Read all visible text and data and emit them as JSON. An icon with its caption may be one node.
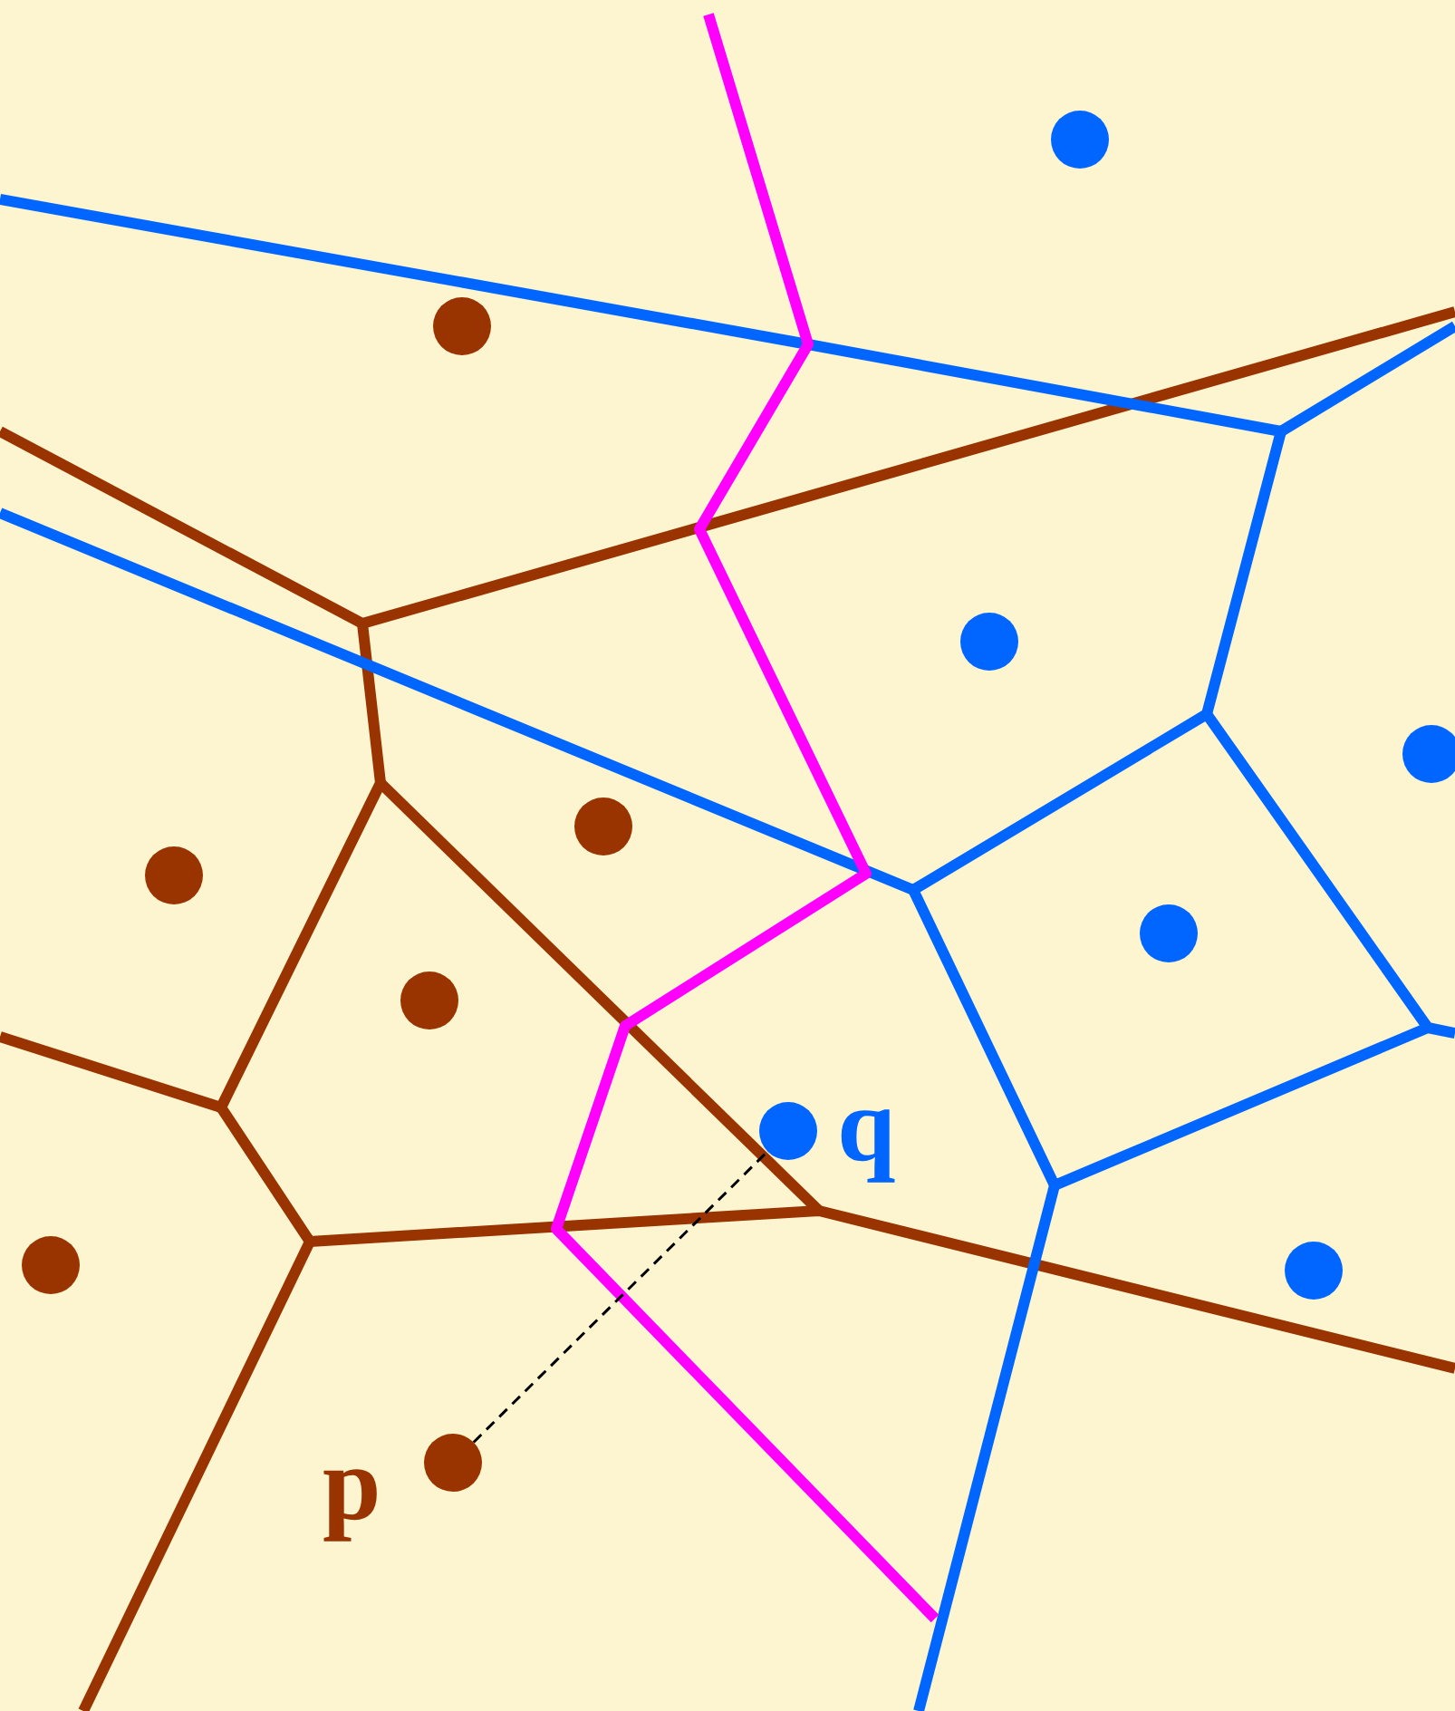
{
  "diagram": {
    "nodes": [
      {
        "text": [],
        "shape": "circle"
      },
      {
        "text": [],
        "shape": "circle"
      },
      {
        "text": [],
        "shape": "circle"
      },
      {
        "text": [],
        "shape": "circle"
      },
      {
        "text": [],
        "shape": "circle"
      },
      {
        "text": [],
        "shape": "circle"
      },
      {
        "text": [],
        "shape": "circle"
      },
      {
        "text": [],
        "shape": "circle"
      },
      {
        "text": [],
        "shape": "circle",
        "beside": [
          "q"
        ]
      },
      {
        "text": [],
        "shape": "circle"
      },
      {
        "text": [],
        "shape": "circle"
      },
      {
        "text": [],
        "shape": "circle",
        "beside": [
          "p"
        ]
      }
    ],
    "edges": [
      {
        "from": 11,
        "to": 8,
        "arrow": "none",
        "style": "dashed"
      }
    ]
  }
}
